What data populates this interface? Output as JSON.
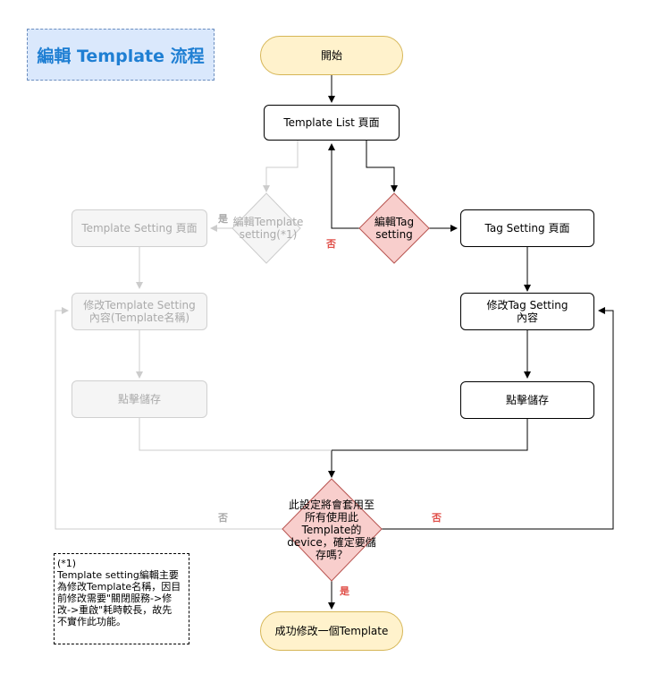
{
  "title": "編輯 Template 流程",
  "nodes": {
    "start": "開始",
    "template_list": "Template List 頁面",
    "template_setting_page": "Template Setting 頁面",
    "edit_template_setting": "修改Template Setting\n內容(Template名稱)",
    "click_save_left": "點擊儲存",
    "tag_setting_page": "Tag Setting 頁面",
    "edit_tag_setting": "修改Tag Setting\n內容",
    "click_save_right": "點擊儲存",
    "end": "成功修改一個Template"
  },
  "decisions": {
    "edit_template": "編輯Template\nsetting(*1)",
    "edit_tag": "編輯Tag\nsetting",
    "confirm": "此設定將會套用至\n所有使用此\nTemplate的\ndevice，確定要儲\n存嗎？"
  },
  "edge_labels": {
    "yes_top": "是",
    "no_middle": "否",
    "no_left": "否",
    "no_right": "否",
    "yes_bottom": "是"
  },
  "note": "(*1)\nTemplate setting編輯主要\n為修改Template名稱，因目\n前修改需要\"關閉服務->修\n改->重啟\"耗時較長，故先\n不實作此功能。",
  "colors": {
    "title_fill": "#dae8fc",
    "title_text": "#1f7fd3",
    "terminal_fill": "#fff2cc",
    "decision_fill": "#f8cecc",
    "decision_stroke": "#b85450",
    "disabled_fill": "#f5f5f5",
    "disabled_text": "#aaaaaa",
    "no_label": "#e0504a"
  }
}
